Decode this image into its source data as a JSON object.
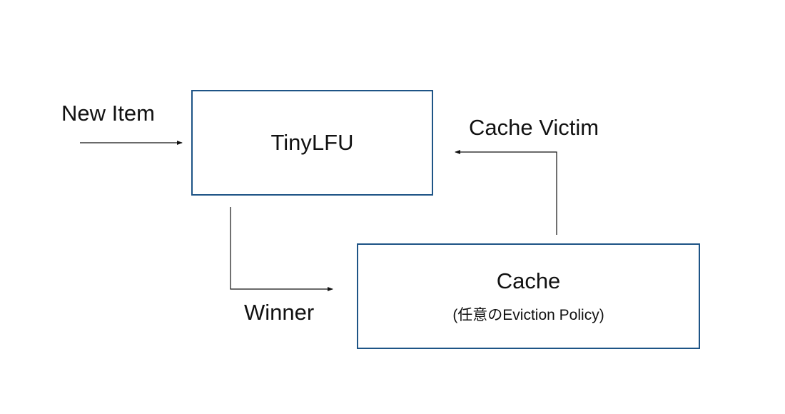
{
  "nodes": {
    "tinylfu": {
      "title": "TinyLFU"
    },
    "cache": {
      "title": "Cache",
      "subtitle": "(任意のEviction Policy)"
    }
  },
  "edges": {
    "new_item": {
      "label": "New Item"
    },
    "cache_victim": {
      "label": "Cache Victim"
    },
    "winner": {
      "label": "Winner"
    }
  },
  "colors": {
    "box_border": "#1e5486",
    "arrow": "#111111"
  }
}
